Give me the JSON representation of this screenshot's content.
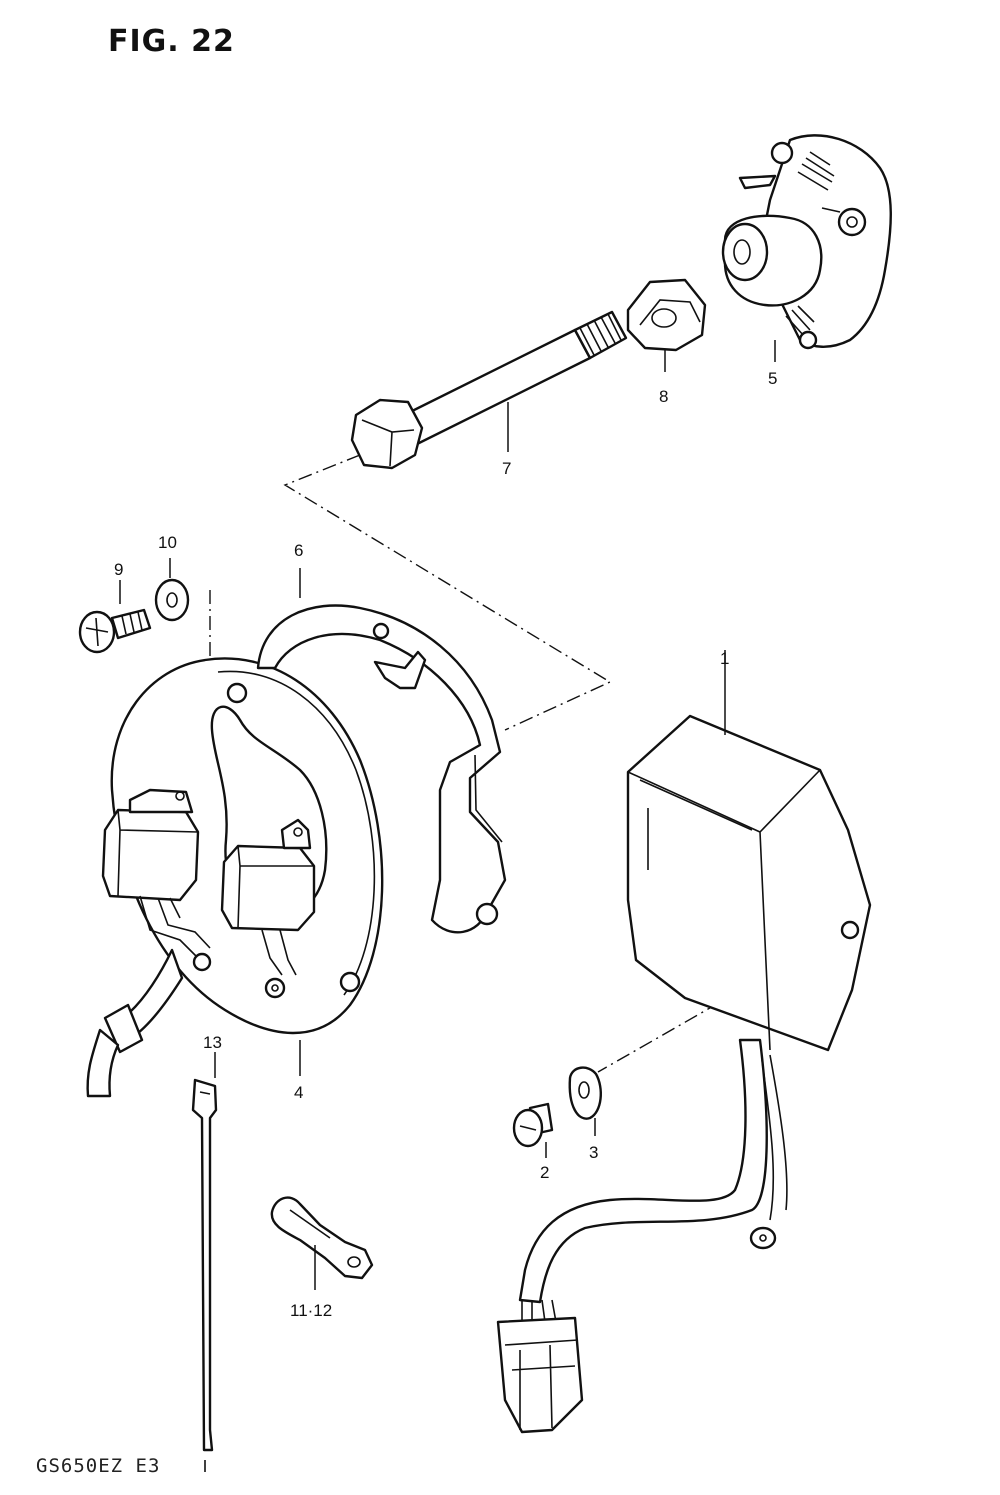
{
  "figure": {
    "title": "FIG. 22",
    "model_code": "GS650EZ  E3"
  },
  "callouts": {
    "p1": "1",
    "p2": "2",
    "p3": "3",
    "p4": "4",
    "p5": "5",
    "p6": "6",
    "p7": "7",
    "p8": "8",
    "p9": "9",
    "p10": "10",
    "p11_12": "11·12",
    "p13": "13"
  }
}
